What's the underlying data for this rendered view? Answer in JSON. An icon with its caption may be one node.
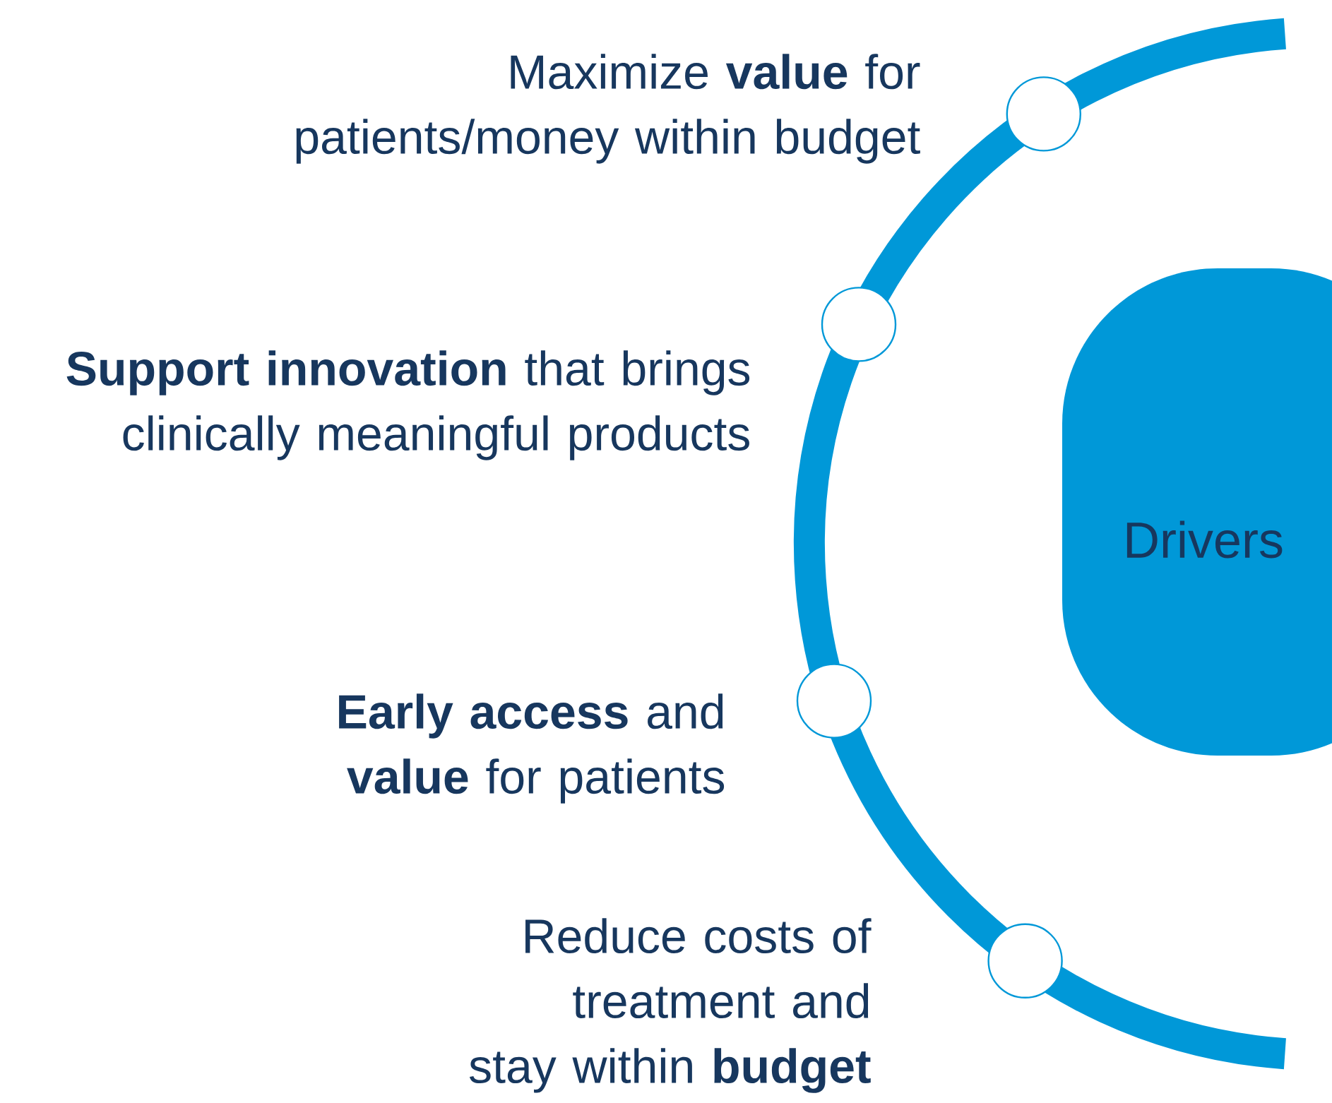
{
  "diagram": {
    "nodes": [
      {
        "text": [],
        "shape": "circle",
        "beside": [
          "Maximize **value** for patients/money within budget"
        ]
      },
      {
        "text": [],
        "shape": "circle",
        "beside": [
          "**Support innovation** that brings clinically meaningful products"
        ]
      },
      {
        "text": [
          "Drivers"
        ]
      },
      {
        "text": [],
        "shape": "circle",
        "beside": [
          "**Early access** and **value** for patients"
        ]
      },
      {
        "text": [],
        "shape": "circle",
        "beside": [
          "Reduce costs of treatment and stay within **budget**"
        ]
      }
    ],
    "edges": []
  }
}
